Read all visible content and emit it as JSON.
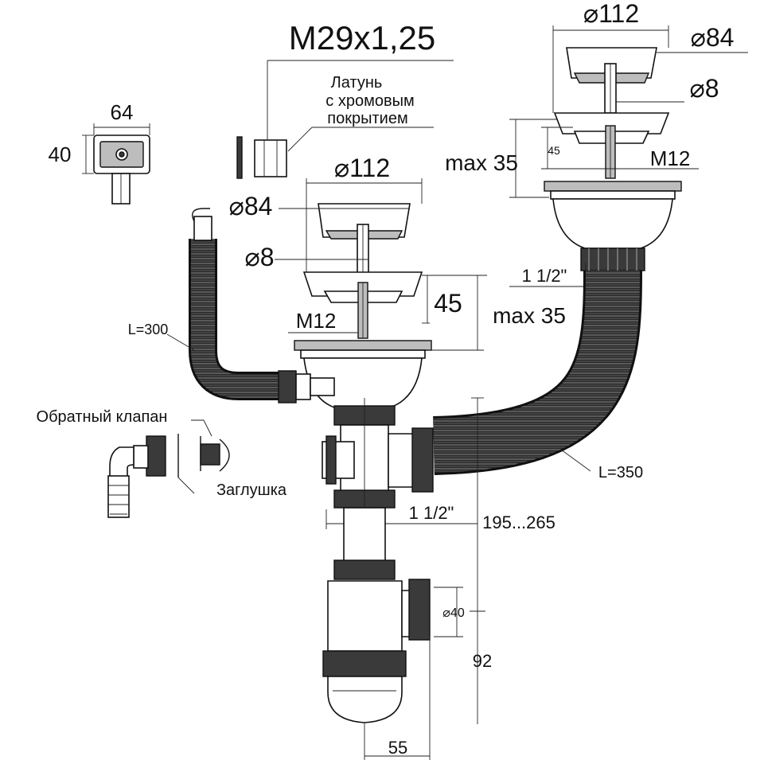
{
  "labels": {
    "m29": "M29x1,25",
    "brass_line1": "Латунь",
    "brass_line2": "с хромовым",
    "brass_line3": "покрытием",
    "w64": "64",
    "h40": "40",
    "left_d112": "⌀112",
    "left_d84": "⌀84",
    "left_d8": "⌀8",
    "left_45": "45",
    "left_max35": "max 35",
    "left_m12": "M12",
    "right_d112": "⌀112",
    "right_d84": "⌀84",
    "right_d8": "⌀8",
    "right_max35": "max 35",
    "right_45": "45",
    "right_m12": "M12",
    "right_inch": "1 1/2\"",
    "l300": "L=300",
    "l350": "L=350",
    "check_valve": "Обратный клапан",
    "plug": "Заглушка",
    "lower_inch": "1 1/2\"",
    "range": "195...265",
    "d40": "⌀40",
    "h92": "92",
    "w55": "55"
  }
}
